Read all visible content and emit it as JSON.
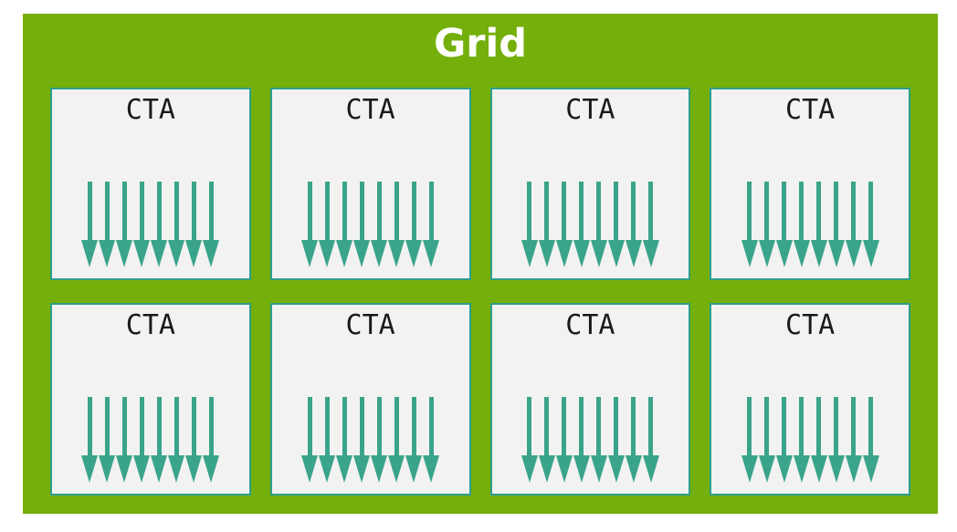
{
  "diagram": {
    "title": "Grid",
    "rows": 2,
    "columns": 4,
    "arrows_per_cta": 8,
    "ctas": [
      {
        "label": "CTA"
      },
      {
        "label": "CTA"
      },
      {
        "label": "CTA"
      },
      {
        "label": "CTA"
      },
      {
        "label": "CTA"
      },
      {
        "label": "CTA"
      },
      {
        "label": "CTA"
      },
      {
        "label": "CTA"
      }
    ],
    "colors": {
      "page_background": "#FFFFFF",
      "grid_fill": "#74AF0B",
      "grid_title_text": "#FFFFFF",
      "cta_fill": "#F2F2F2",
      "cta_border": "#2E9E8B",
      "cta_text": "#1A1A1A",
      "arrow": "#3AA48A"
    }
  }
}
